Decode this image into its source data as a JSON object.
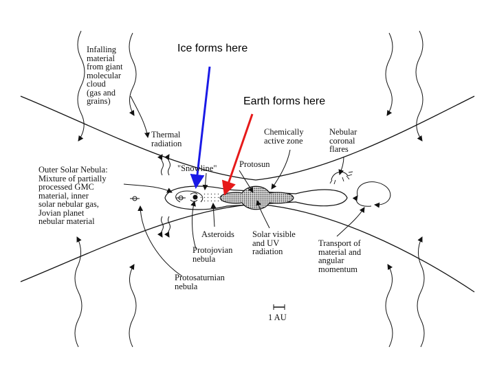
{
  "callouts": {
    "ice": "Ice forms here",
    "earth": "Earth forms here"
  },
  "labels": {
    "infalling": "Infalling\nmaterial\nfrom giant\nmolecular\ncloud\n(gas and\ngrains)",
    "thermal": "Thermal\nradiation",
    "chemically": "Chemically\nactive zone",
    "nebular_flares": "Nebular\ncoronal\nflares",
    "snowline": "\"Snowline\"",
    "protosun": "Protosun",
    "outer_nebula": "Outer Solar Nebula:\nMixture of partially\nprocessed GMC\nmaterial, inner\nsolar nebular gas,\nJovian planet\nnebular material",
    "asteroids": "Asteroids",
    "solar_visible": "Solar visible\nand UV\nradiation",
    "transport": "Transport of\nmaterial and\nangular\nmomentum",
    "protojovian": "Protojovian\nnebula",
    "protosaturnian": "Protosaturnian\nnebula",
    "scale": "1 AU"
  },
  "colors": {
    "ice_arrow": "#1a1ae6",
    "earth_arrow": "#e61a1a",
    "line": "#111111"
  }
}
